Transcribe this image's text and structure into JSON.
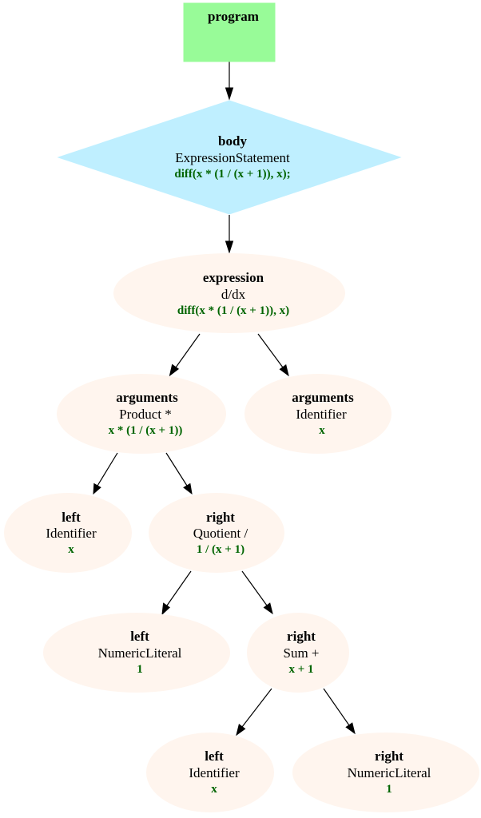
{
  "colors": {
    "program_fill": "#98fb98",
    "body_fill": "#bfefff",
    "node_fill": "#fff5ee",
    "code_text": "#006400"
  },
  "nodes": {
    "program": {
      "role": "program"
    },
    "body": {
      "role": "body",
      "kind": "ExpressionStatement",
      "code": "diff(x * (1 / (x + 1)), x);"
    },
    "expression": {
      "role": "expression",
      "kind": "d/dx",
      "code": "diff(x * (1 / (x + 1)), x)"
    },
    "arguments_product": {
      "role": "arguments",
      "kind": "Product *",
      "code": "x * (1 / (x + 1))"
    },
    "arguments_identifier": {
      "role": "arguments",
      "kind": "Identifier",
      "code": "x"
    },
    "left_identifier_x": {
      "role": "left",
      "kind": "Identifier",
      "code": "x"
    },
    "right_quotient": {
      "role": "right",
      "kind": "Quotient /",
      "code": "1 / (x + 1)"
    },
    "left_numeric_1": {
      "role": "left",
      "kind": "NumericLiteral",
      "code": "1"
    },
    "right_sum": {
      "role": "right",
      "kind": "Sum +",
      "code": "x + 1"
    },
    "left_identifier_x2": {
      "role": "left",
      "kind": "Identifier",
      "code": "x"
    },
    "right_numeric_1": {
      "role": "right",
      "kind": "NumericLiteral",
      "code": "1"
    }
  },
  "edges": [
    [
      "program",
      "body"
    ],
    [
      "body",
      "expression"
    ],
    [
      "expression",
      "arguments_product"
    ],
    [
      "expression",
      "arguments_identifier"
    ],
    [
      "arguments_product",
      "left_identifier_x"
    ],
    [
      "arguments_product",
      "right_quotient"
    ],
    [
      "right_quotient",
      "left_numeric_1"
    ],
    [
      "right_quotient",
      "right_sum"
    ],
    [
      "right_sum",
      "left_identifier_x2"
    ],
    [
      "right_sum",
      "right_numeric_1"
    ]
  ]
}
